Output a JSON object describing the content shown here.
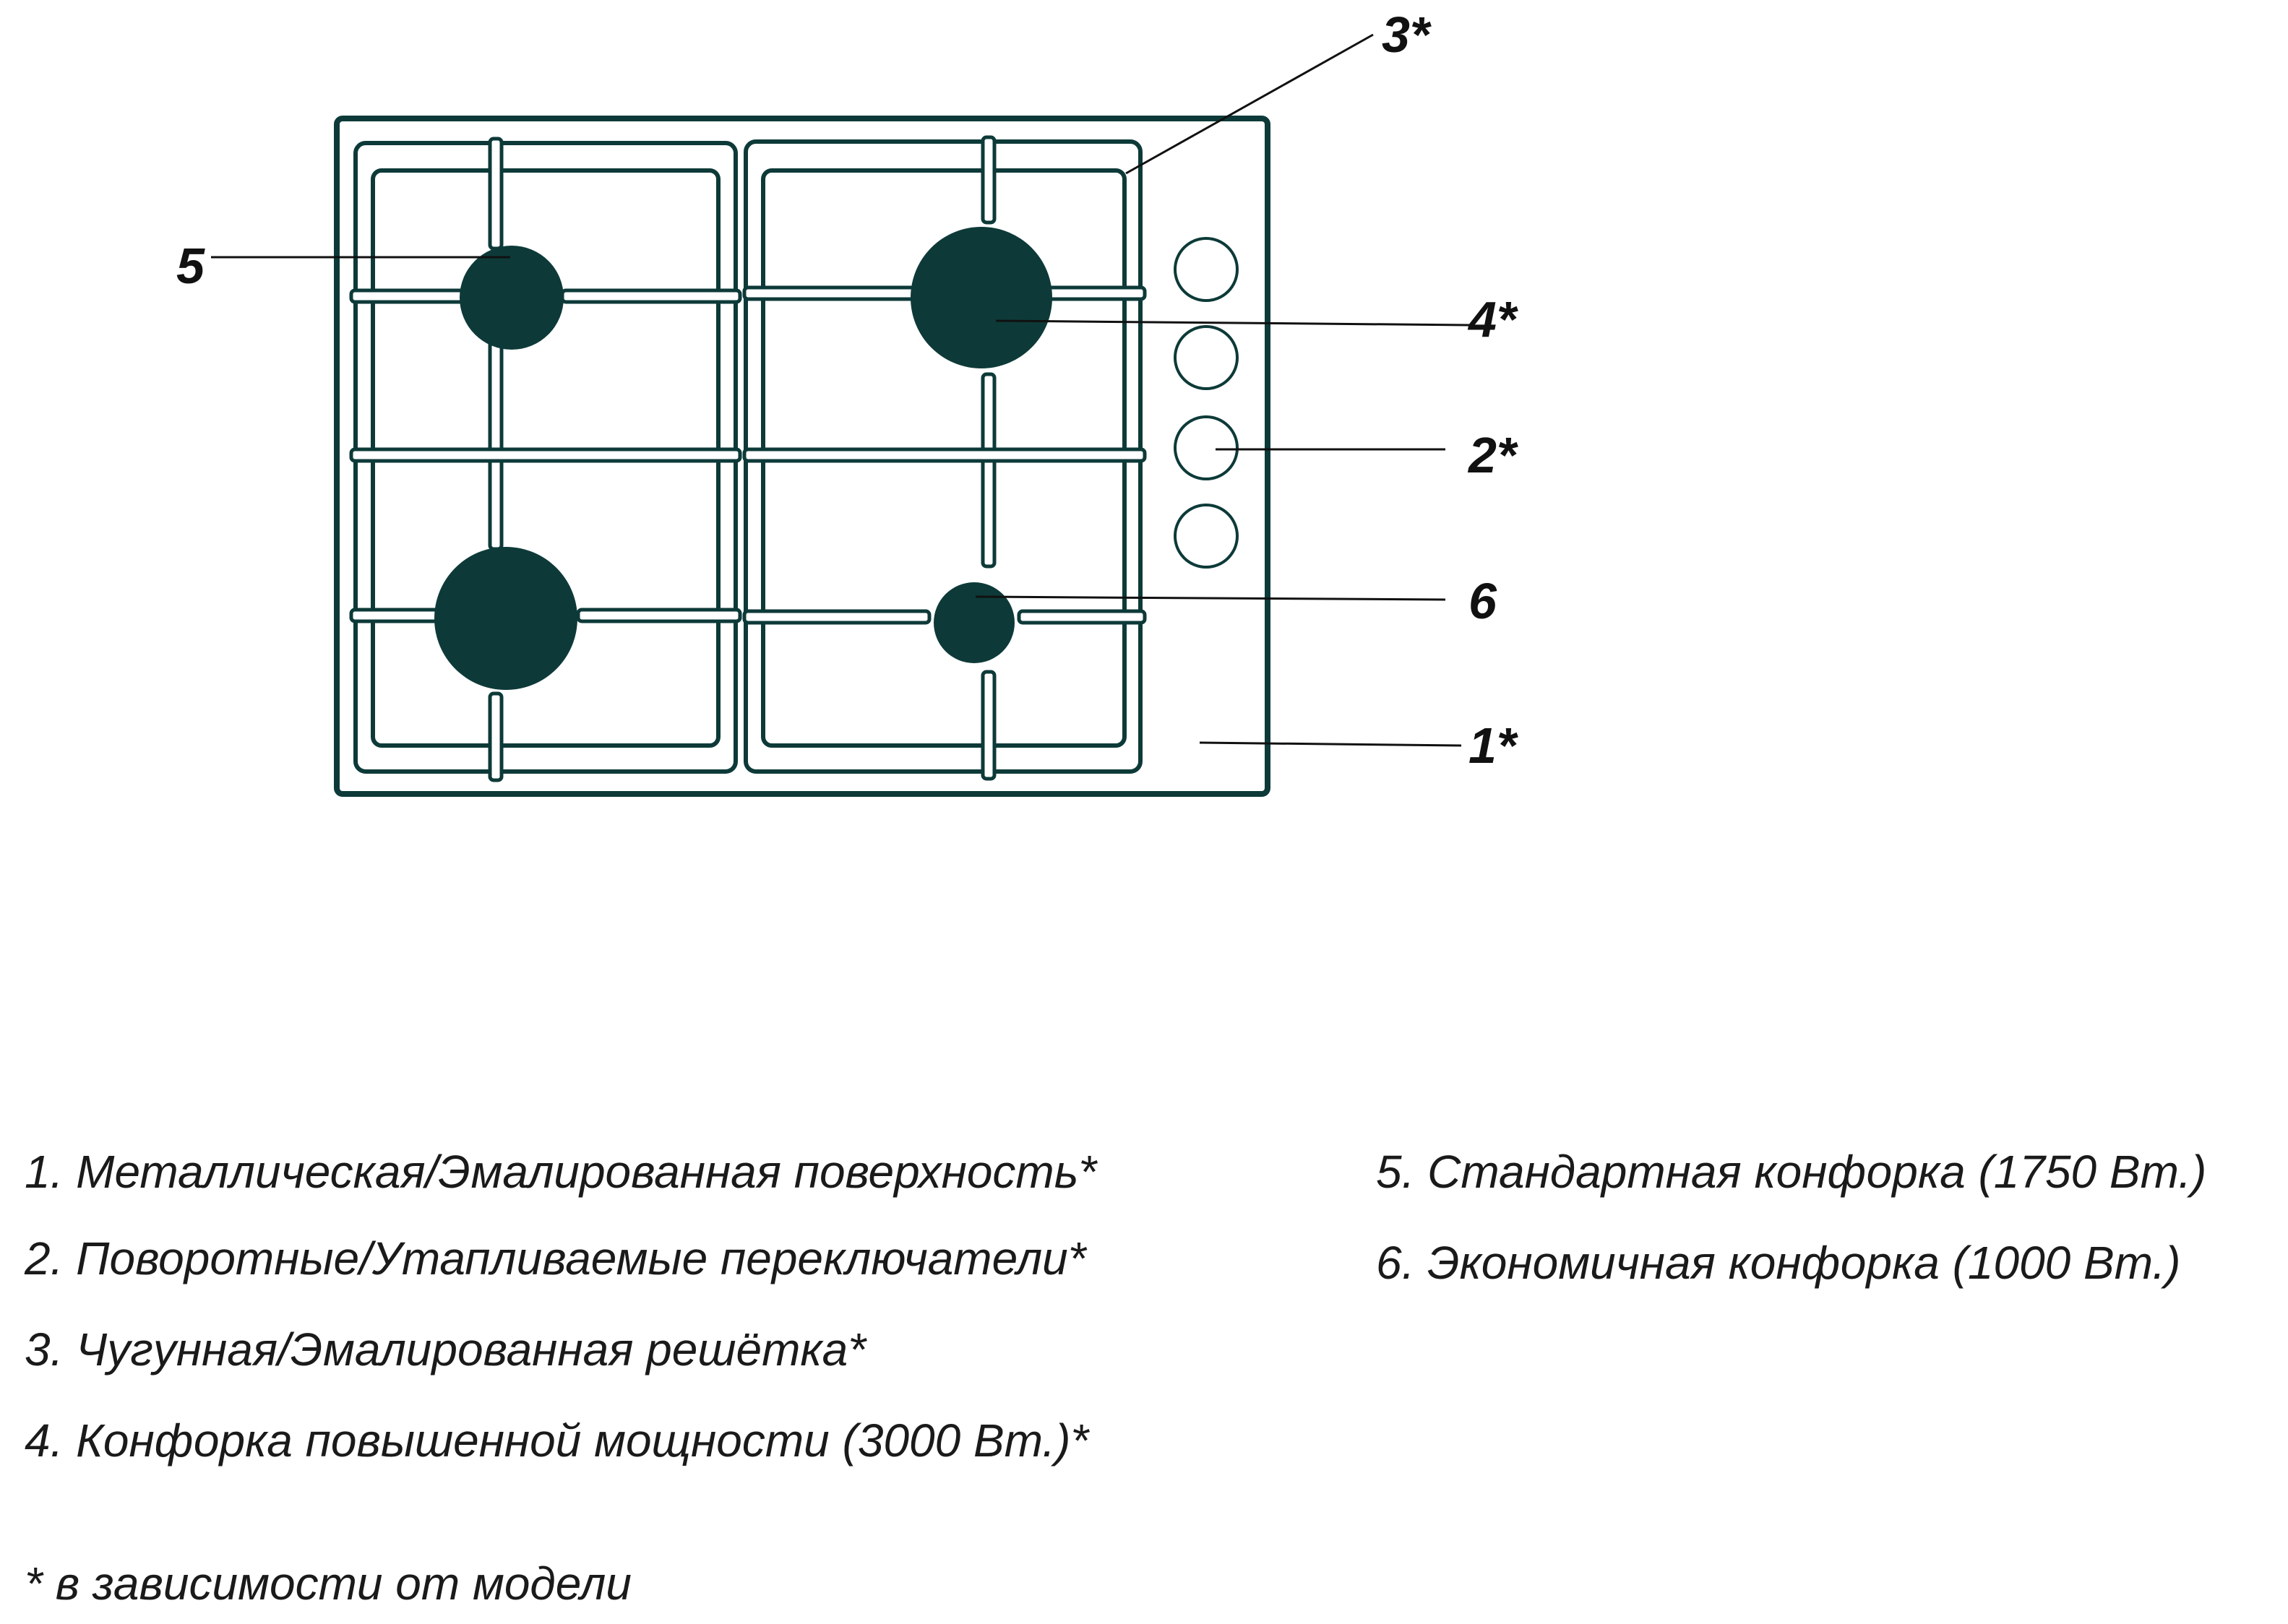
{
  "colors": {
    "outline": "#0d3a38",
    "burner": "#0d3a38",
    "leader": "#111111",
    "text": "#1a1a1a"
  },
  "callouts": {
    "c1": "1*",
    "c2": "2*",
    "c3": "3*",
    "c4": "4*",
    "c5": "5",
    "c6": "6"
  },
  "legend": {
    "item1": "1. Металлическая/Эмалированная  поверхность*",
    "item2": "2. Поворотные/Утапливаемые переключатели*",
    "item3": "3. Чугунная/Эмалированная решётка*",
    "item4": "4. Конфорка повышенной мощности (3000 Вт.)*",
    "item5": "5. Стандартная конфорка (1750 Вт.)",
    "item6": "6. Экономичная конфорка (1000 Вт.)"
  },
  "footnote": "* в зависимости от модели"
}
